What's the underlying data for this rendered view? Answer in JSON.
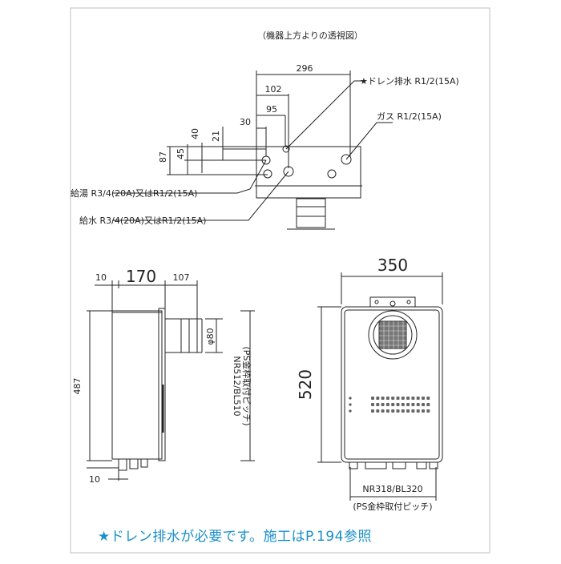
{
  "top_view": {
    "caption": "（機器上方よりの透視図）",
    "dims": {
      "d296": "296",
      "d102": "102",
      "d95": "95",
      "d30": "30",
      "d21": "21",
      "d40": "40",
      "d45": "45",
      "d87": "87"
    },
    "labels": {
      "drain": "★ドレン排水 R1/2(15A)",
      "gas": "ガス R1/2(15A)",
      "hot_water": "給湯 R3/4(20A)又はR1/2(15A)",
      "cold_water": "給水 R3/4(20A)又はR1/2(15A)"
    }
  },
  "side_view": {
    "dims": {
      "d10_top": "10",
      "d170": "170",
      "d107": "107",
      "d487": "487",
      "d10_bottom": "10",
      "phi80": "φ80"
    },
    "pitch_label": "NR512/BL510",
    "pitch_note": "(PS金枠取付ピッチ)"
  },
  "front_view": {
    "dims": {
      "d350": "350",
      "d520": "520"
    },
    "pitch_label": "NR318/BL320",
    "pitch_note": "(PS金枠取付ピッチ)"
  },
  "footnote": "★ドレン排水が必要です。施工はP.194参照"
}
